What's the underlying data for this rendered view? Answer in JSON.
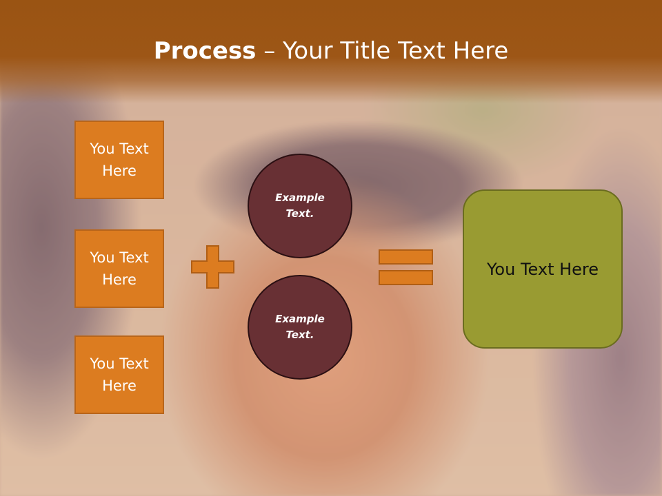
{
  "slide": {
    "title_bold": "Process",
    "title_rest": " – Your Title Text Here"
  },
  "left_boxes": [
    {
      "label": "You Text Here"
    },
    {
      "label": "You Text Here"
    },
    {
      "label": "You Text Here"
    }
  ],
  "circles": [
    {
      "label": "Example Text."
    },
    {
      "label": "Example Text."
    }
  ],
  "operators": {
    "plus_icon": "plus-icon",
    "equals_icon": "equals-icon"
  },
  "result": {
    "label": "You Text Here"
  },
  "colors": {
    "header": "#9d5616",
    "box_fill": "#dc7c20",
    "circle_fill": "#683034",
    "result_fill": "#999b32"
  }
}
